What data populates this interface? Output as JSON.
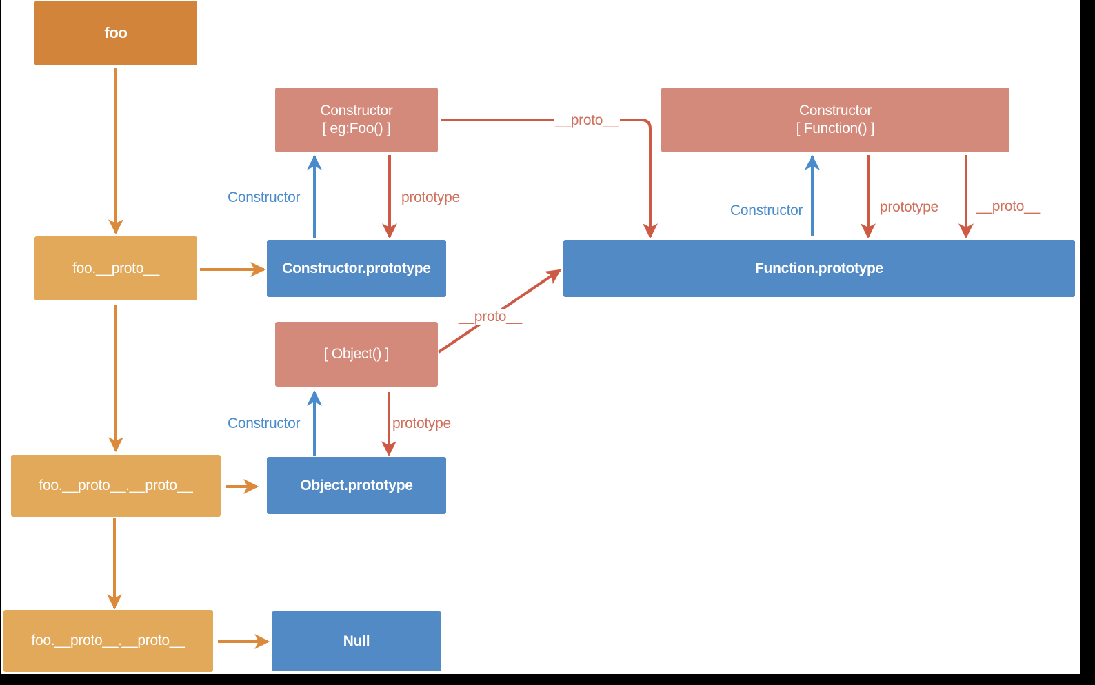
{
  "colors": {
    "orange_dark": "#d2843a",
    "orange": "#e2a95a",
    "salmon": "#d38a7b",
    "blue": "#528ac5",
    "arrow_orange": "#db8a3b",
    "arrow_red": "#cd5a44",
    "arrow_blue": "#4a8ccb"
  },
  "nodes": {
    "foo": "foo",
    "foo_proto": "foo.__proto__",
    "foo_proto_proto": "foo.__proto__.__proto__",
    "foo_proto_proto_bottom": "foo.__proto__.__proto__",
    "constructor_foo_line1": "Constructor",
    "constructor_foo_line2": "[ eg:Foo() ]",
    "constructor_function_line1": "Constructor",
    "constructor_function_line2": "[ Function() ]",
    "object_ctor": "[ Object() ]",
    "constructor_prototype": "Constructor.prototype",
    "function_prototype": "Function.prototype",
    "object_prototype": "Object.prototype",
    "null": "Null"
  },
  "edge_labels": {
    "foo_constructor": "Constructor",
    "foo_prototype": "prototype",
    "foo_ctor_proto": "__proto__",
    "func_constructor": "Constructor",
    "func_prototype": "prototype",
    "func_proto": "__proto__",
    "object_proto": "__proto__",
    "object_constructor": "Constructor",
    "object_prototype": "prototype"
  }
}
